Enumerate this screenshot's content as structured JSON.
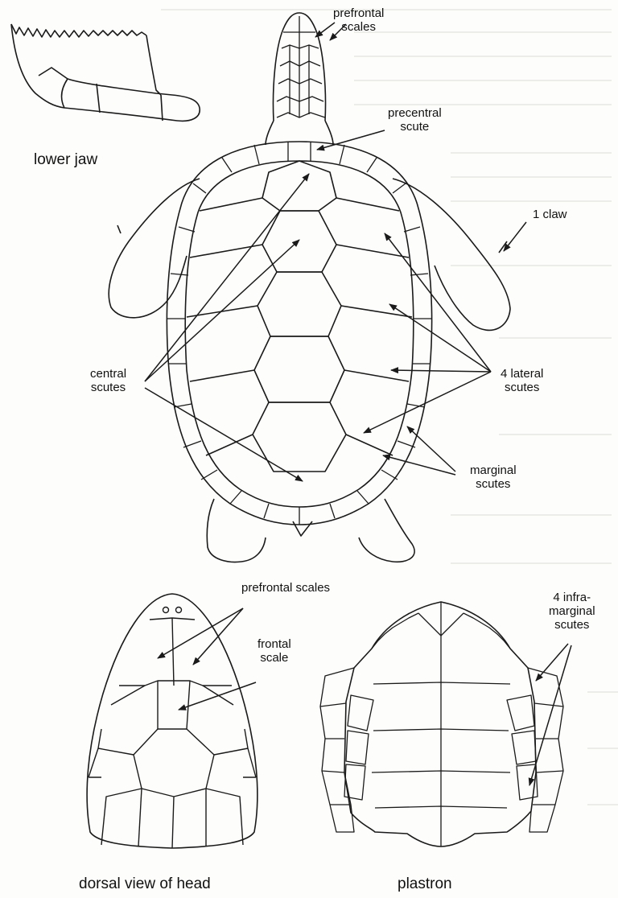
{
  "figure": {
    "panels": {
      "lower_jaw": "lower jaw",
      "dorsal_head": "dorsal view of head",
      "plastron": "plastron"
    },
    "labels": {
      "prefrontal_scales_top": [
        "prefrontal",
        "scales"
      ],
      "precentral_scute": [
        "precentral",
        "scute"
      ],
      "one_claw": "1 claw",
      "central_scutes": [
        "central",
        "scutes"
      ],
      "four_lateral_scutes": [
        "4 lateral",
        "scutes"
      ],
      "marginal_scutes": [
        "marginal",
        "scutes"
      ],
      "prefrontal_scales_head": "prefrontal scales",
      "frontal_scale": [
        "frontal",
        "scale"
      ],
      "inframarginal_scutes": [
        "4 infra-",
        "marginal",
        "scutes"
      ]
    }
  },
  "colors": {
    "ink": "#1a1a1a",
    "paper": "#fdfdfb",
    "faint_text": "#d9d9d4"
  }
}
